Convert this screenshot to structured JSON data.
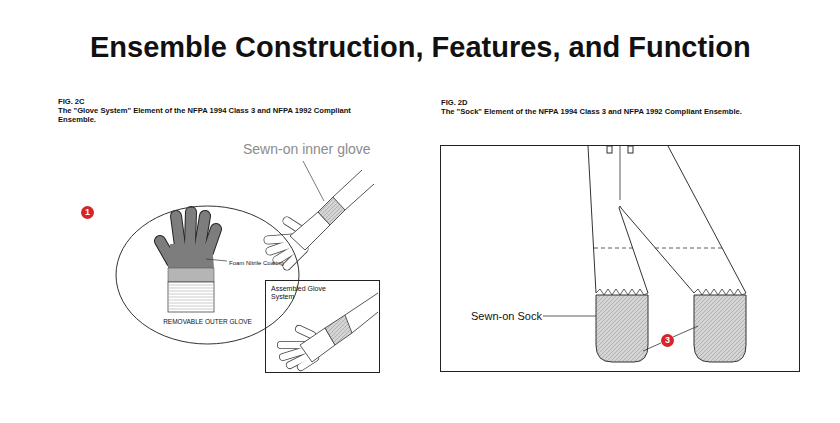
{
  "diagram": {
    "title": "Ensemble Construction, Features, and Function",
    "nodes": [
      {
        "text": [
          "1"
        ]
      },
      {
        "text": [
          "Foam Nitrile Coating",
          "REMOVABLE OUTER GLOVE"
        ]
      },
      {
        "text": [
          "Assembled Glove System"
        ]
      },
      {
        "text": [
          "FIG. 2D",
          "The \"Sock\" Element of the NFPA 1994 Class 3 and NFPA 1992 Compliant Ensemble.",
          "Sewn-on Sock"
        ]
      },
      {
        "text": [
          "3"
        ],
        "in": 3
      }
    ],
    "labels": [
      "FIG. 2C",
      "The \"Glove System\" Element of the NFPA 1994 Class 3 and NFPA 1992 Compliant Ensemble.",
      "Sewn-on inner glove"
    ]
  }
}
